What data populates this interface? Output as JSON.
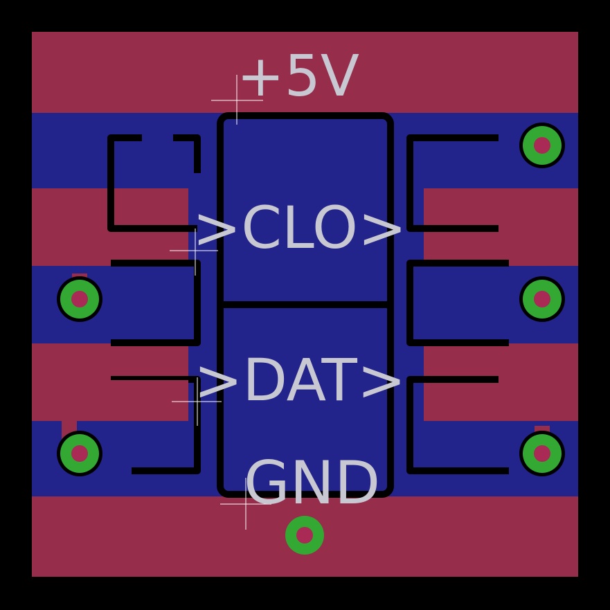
{
  "board": {
    "labels": {
      "power": "+5V",
      "clock": ">CLO>",
      "data": ">DAT>",
      "ground": "GND"
    },
    "colors": {
      "background": "#000000",
      "bottom_copper": "#23238c",
      "top_copper": "#962d4b",
      "pad_ring": "#33a833",
      "pad_hole": "#a82a55",
      "silkscreen": "#c8c8d2"
    }
  }
}
